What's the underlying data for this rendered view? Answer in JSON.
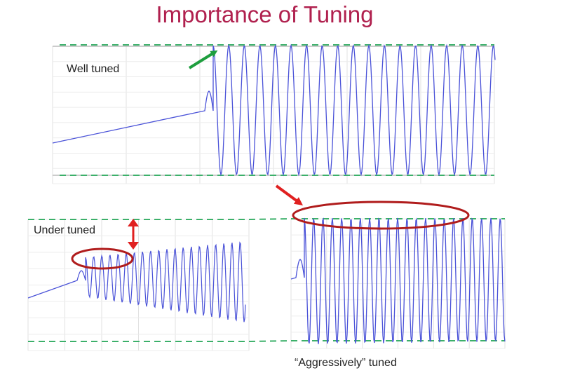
{
  "slide": {
    "title": "Importance of Tuning"
  },
  "panels": {
    "well_tuned": {
      "label": "Well tuned"
    },
    "under_tuned": {
      "label": "Under tuned"
    },
    "aggressive": {
      "label": "“Aggressively” tuned"
    }
  },
  "colors": {
    "title": "#b0204e",
    "signal": "#4a52d8",
    "limit_line": "#3cb06a",
    "highlight_red": "#b01c1c",
    "arrow_red": "#e02020",
    "arrow_green": "#1e9e3e",
    "grid": "#d6d6d6"
  },
  "icons": [
    "green-arrow-icon",
    "red-arrow-icon",
    "double-arrow-icon",
    "highlight-ellipse"
  ]
}
